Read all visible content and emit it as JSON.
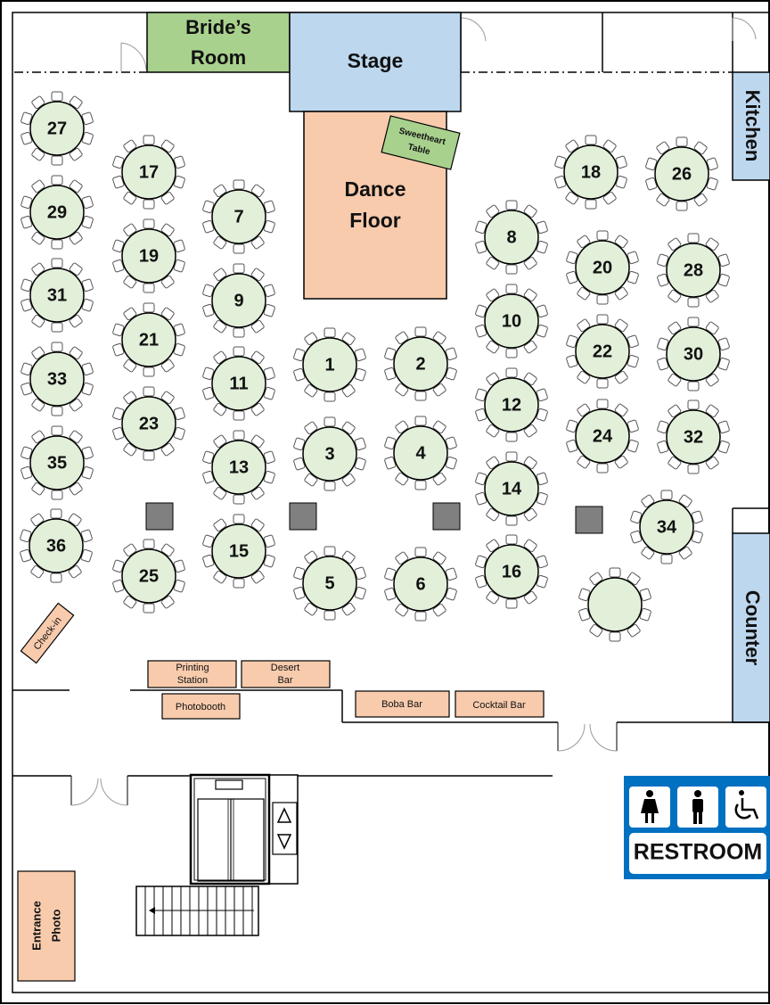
{
  "rooms": {
    "brides_room": [
      "Bride’s",
      "Room"
    ],
    "stage": "Stage",
    "dance_floor": [
      "Dance",
      "Floor"
    ],
    "sweetheart_table": [
      "Sweetheart",
      "Table"
    ],
    "kitchen": "Kitchen",
    "counter": "Counter"
  },
  "stations": {
    "check_in": "Check-in",
    "printing_station": [
      "Printing",
      "Station"
    ],
    "desert_bar": [
      "Desert",
      "Bar"
    ],
    "photobooth": "Photobooth",
    "boba_bar": "Boba Bar",
    "cocktail_bar": "Cocktail Bar",
    "entrance_photo": [
      "Entrance",
      "Photo"
    ]
  },
  "restroom": {
    "label": "RESTROOM",
    "icons": [
      "woman-icon",
      "man-icon",
      "wheelchair-icon"
    ]
  },
  "tables": [
    "27",
    "29",
    "31",
    "33",
    "35",
    "36",
    "17",
    "19",
    "21",
    "23",
    "25",
    "7",
    "9",
    "11",
    "13",
    "15",
    "1",
    "3",
    "5",
    "2",
    "4",
    "6",
    "8",
    "10",
    "12",
    "14",
    "16",
    "18",
    "20",
    "22",
    "24",
    "26",
    "28",
    "30",
    "32",
    "34",
    ""
  ],
  "colors": {
    "table_fill": "#e2efd9",
    "green_room": "#a9d18e",
    "blue_room": "#bdd7ee",
    "peach": "#f8cbad",
    "pillar": "#808080",
    "restroom_blue": "#0070c0"
  }
}
